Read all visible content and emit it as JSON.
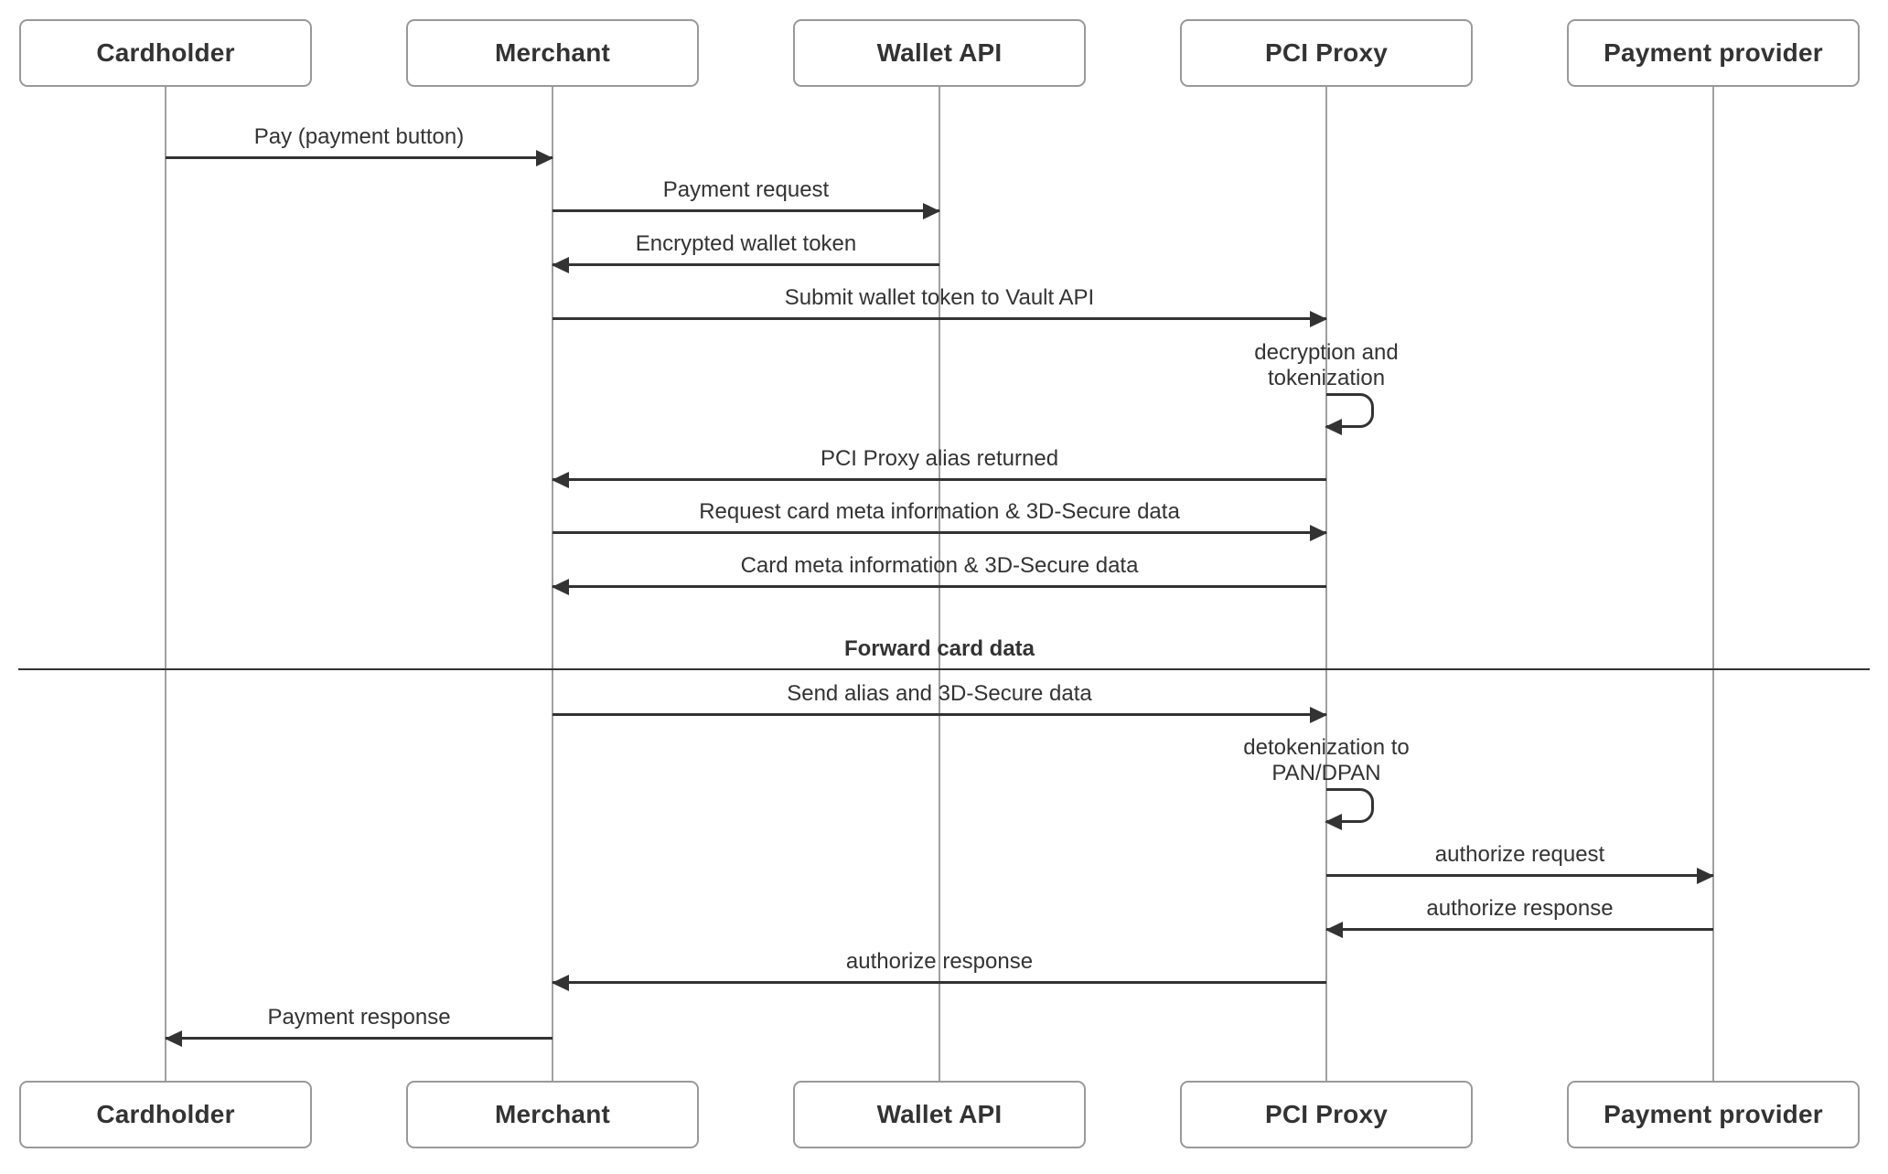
{
  "diagram": {
    "type": "sequence-diagram",
    "colors": {
      "background": "#ffffff",
      "actor_border": "#999999",
      "lifeline": "#a0a0a0",
      "arrow": "#333333",
      "text": "#333333"
    },
    "actors": [
      {
        "label": "Cardholder"
      },
      {
        "label": "Merchant"
      },
      {
        "label": "Wallet API"
      },
      {
        "label": "PCI Proxy"
      },
      {
        "label": "Payment provider"
      }
    ],
    "events": [
      {
        "type": "message",
        "from": "Cardholder",
        "to": "Merchant",
        "label": "Pay (payment button)"
      },
      {
        "type": "message",
        "from": "Merchant",
        "to": "Wallet API",
        "label": "Payment request"
      },
      {
        "type": "message",
        "from": "Wallet API",
        "to": "Merchant",
        "label": "Encrypted wallet token"
      },
      {
        "type": "message",
        "from": "Merchant",
        "to": "PCI Proxy",
        "label": "Submit wallet token to Vault API"
      },
      {
        "type": "self",
        "actor": "PCI Proxy",
        "label": "decryption and\ntokenization"
      },
      {
        "type": "message",
        "from": "PCI Proxy",
        "to": "Merchant",
        "label": "PCI Proxy alias returned"
      },
      {
        "type": "message",
        "from": "Merchant",
        "to": "PCI Proxy",
        "label": "Request card meta information & 3D-Secure data"
      },
      {
        "type": "message",
        "from": "PCI Proxy",
        "to": "Merchant",
        "label": "Card meta information & 3D-Secure data"
      },
      {
        "type": "divider",
        "label": "Forward card data"
      },
      {
        "type": "message",
        "from": "Merchant",
        "to": "PCI Proxy",
        "label": "Send alias and 3D-Secure data"
      },
      {
        "type": "self",
        "actor": "PCI Proxy",
        "label": "detokenization to\nPAN/DPAN"
      },
      {
        "type": "message",
        "from": "PCI Proxy",
        "to": "Payment provider",
        "label": "authorize request"
      },
      {
        "type": "message",
        "from": "Payment provider",
        "to": "PCI Proxy",
        "label": "authorize response"
      },
      {
        "type": "message",
        "from": "PCI Proxy",
        "to": "Merchant",
        "label": "authorize response"
      },
      {
        "type": "message",
        "from": "Merchant",
        "to": "Cardholder",
        "label": "Payment response"
      }
    ]
  }
}
